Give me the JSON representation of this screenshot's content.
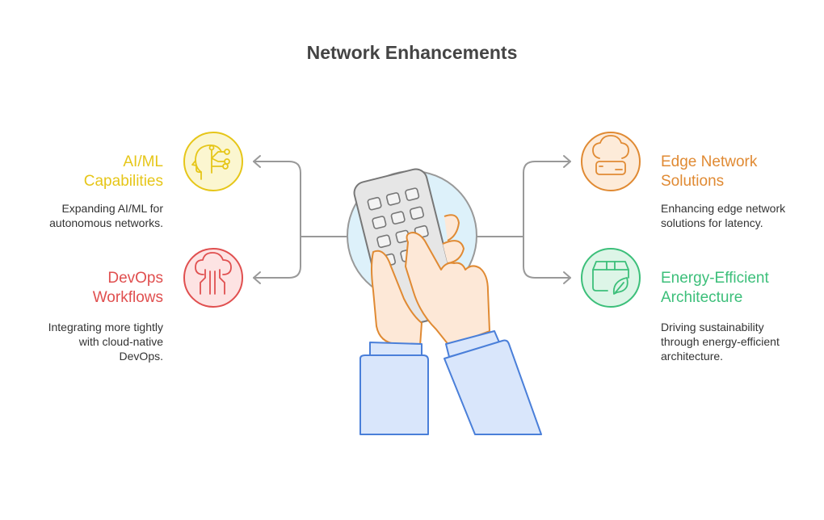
{
  "title": "Network Enhancements",
  "items": {
    "aiml": {
      "heading": [
        "AI/ML",
        "Capabilities"
      ],
      "desc": [
        "Expanding AI/ML for",
        "autonomous networks."
      ],
      "color": "#E6C619",
      "fill": "#FBF6D0",
      "icon": "ai-head-circuit-icon"
    },
    "devops": {
      "heading": [
        "DevOps",
        "Workflows"
      ],
      "desc": [
        "Integrating more tightly",
        "with cloud-native",
        "DevOps."
      ],
      "color": "#E04F4F",
      "fill": "#FDE3E3",
      "icon": "cloud-circuit-icon"
    },
    "edge": {
      "heading": [
        "Edge Network",
        "Solutions"
      ],
      "desc": [
        "Enhancing edge network",
        "solutions for latency."
      ],
      "color": "#E08A33",
      "fill": "#FDEBD9",
      "icon": "cloud-server-icon"
    },
    "energy": {
      "heading": [
        "Energy-Efficient",
        "Architecture"
      ],
      "desc": [
        "Driving sustainability",
        "through energy-efficient",
        "architecture."
      ],
      "color": "#3CBF7A",
      "fill": "#DDF5E7",
      "icon": "box-leaf-icon"
    }
  },
  "center": {
    "icon": "hand-holding-keypad-icon"
  }
}
